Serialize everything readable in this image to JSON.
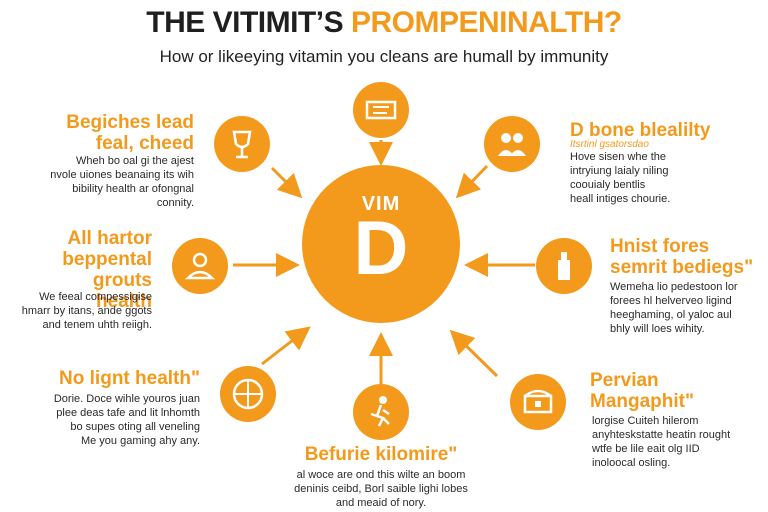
{
  "title": {
    "dark": "THE VITIMIT’S",
    "accent": "PROMPENINALTH?"
  },
  "subtitle": "How or likeeying vitamin you cleans are humall by immunity",
  "center": {
    "small": "VIM",
    "big": "D"
  },
  "icons": {
    "top": "ticket-icon",
    "top_left": "wine-glass-icon",
    "top_right": "people-icon",
    "left": "person-icon",
    "right": "bottle-icon",
    "bottom_left": "pizza-icon",
    "bottom": "runner-icon",
    "bottom_right": "chest-icon"
  },
  "colors": {
    "accent": "#f39a1c",
    "text": "#222222"
  },
  "items": {
    "top_left": {
      "heading": [
        "Begiches lead",
        "feal, cheed"
      ],
      "body": [
        "Wheh bo oal gi the ajest",
        "nvole uiones beanaing its wih",
        "bibility health ar ofongnal",
        "connity."
      ]
    },
    "top_right": {
      "heading": [
        "D bone blealilty"
      ],
      "caption": "Itsrtinl gsatorsdao",
      "body": [
        "Hove sisen whe the",
        "intryiung laialy niling",
        "coouialy bentlis",
        "heall intiges chourie."
      ]
    },
    "left": {
      "heading": [
        "All hartor",
        "beppental grouts",
        "health"
      ],
      "body": [
        "We feeal compessigise",
        "hmarr by itans, ande ggots",
        "and tenem uhth reiigh."
      ]
    },
    "right": {
      "heading": [
        "Hnist fores",
        "semrit bediegs\""
      ],
      "body": [
        "Wemeha lio pedestoon lor",
        "forees hl helverveo ligind",
        "heeghaming, ol yaloc aul",
        "bhly will loes wihity."
      ]
    },
    "bottom_left": {
      "heading": [
        "No lignt health\""
      ],
      "body": [
        "Dorie. Doce wihle youros juan",
        "plee deas tafe and lit lnhomth",
        "bo supes oting all veneling",
        "Me you gaming ahy any."
      ]
    },
    "bottom": {
      "heading": [
        "Befurie kilomire\""
      ],
      "body": [
        "al woce are ond this wilte an boom",
        "deninis ceibd, Borl saible lighi lobes",
        "and meaid of nory."
      ]
    },
    "bottom_right": {
      "heading": [
        "Pervian",
        "Mangaphit\""
      ],
      "body": [
        "lorgise Cuiteh hilerom",
        "anyhteskstatte heatin rought",
        "wtfe be lile eait olg IID",
        "inoloocal osling."
      ]
    }
  }
}
